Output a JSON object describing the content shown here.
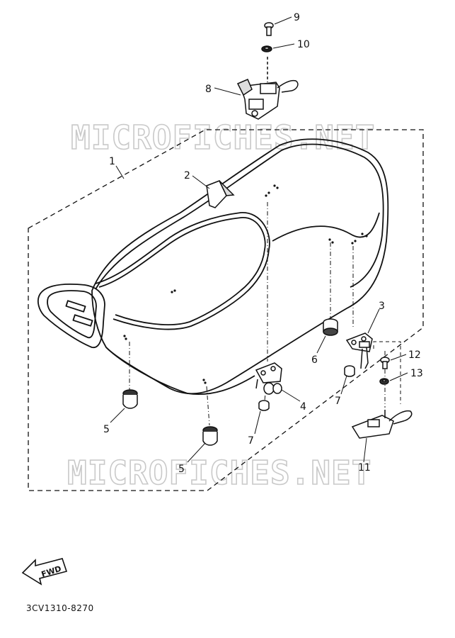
{
  "watermarks": [
    "MICROFICHES.NET",
    "MICROFICHES.NET"
  ],
  "callouts": {
    "c1": "1",
    "c2": "2",
    "c3": "3",
    "c4": "4",
    "c5a": "5",
    "c5b": "5",
    "c6": "6",
    "c7a": "7",
    "c7b": "7",
    "c8": "8",
    "c9": "9",
    "c10": "10",
    "c11": "11",
    "c12": "12",
    "c13": "13"
  },
  "direction_label": "FWD",
  "diagram_code": "3CV1310-8270"
}
